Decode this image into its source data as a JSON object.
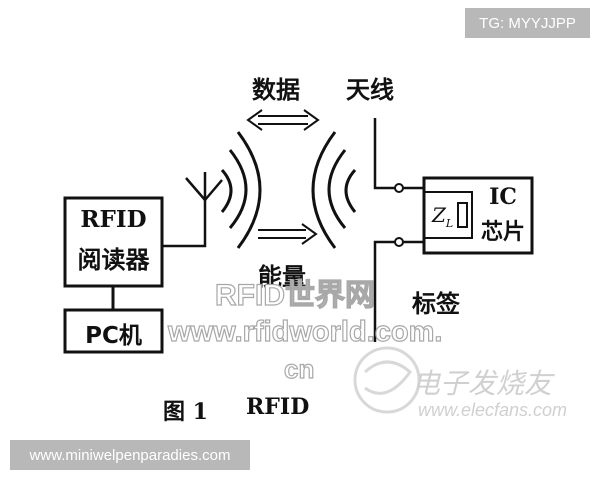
{
  "top_badge": "TG: MYYJJPP",
  "bottom_badge": "www.miniwelpenparadies.com",
  "diagram": {
    "reader": {
      "line1": "RFID",
      "line2": "阅读器"
    },
    "pc": "PC机",
    "data_label": "数据",
    "antenna_label": "天线",
    "energy_label": "能量",
    "chip": {
      "line1": "IC",
      "line2": "芯片",
      "impedance": "Z"
    },
    "tag_label": "标签",
    "caption": {
      "fig": "图 1",
      "text": "RFID"
    }
  },
  "watermarks": {
    "rfid_world": "RFID世界网",
    "rfid_url": "www.rfidworld.com.",
    "rfid_url_tail": "cn",
    "elecfans": "电子发烧友",
    "elecfans_url": "www.elecfans.com"
  },
  "colors": {
    "ink": "#111111",
    "badge": "#b8b8b8",
    "watermark": "#cfcfcf"
  }
}
